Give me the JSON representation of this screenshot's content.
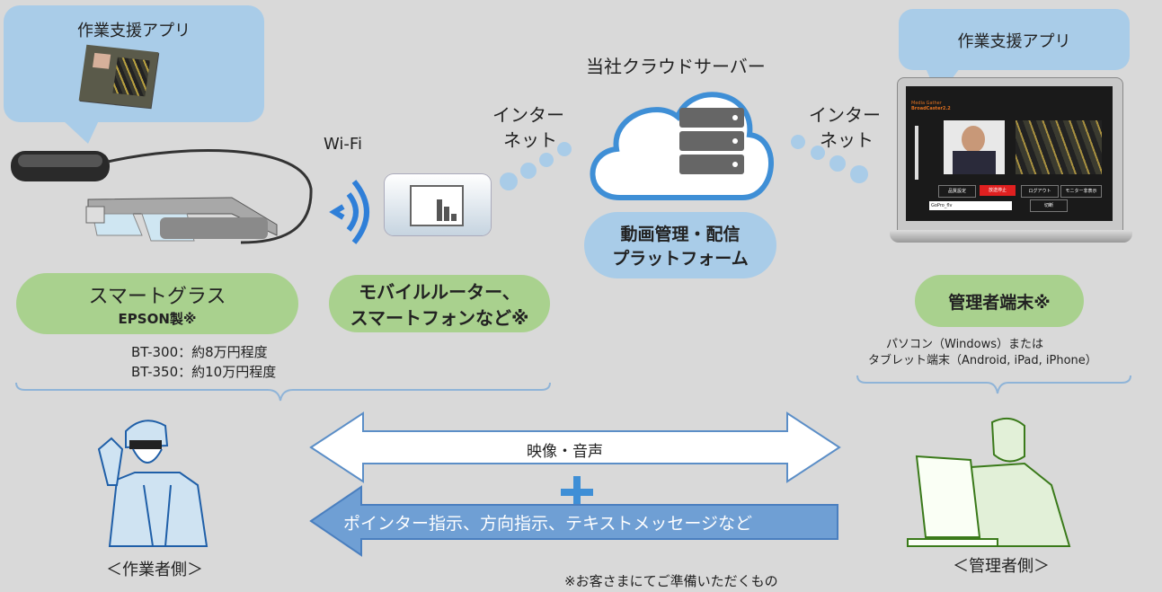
{
  "left_app": {
    "label": "作業支援アプリ"
  },
  "right_app": {
    "label": "作業支援アプリ"
  },
  "wifi": {
    "label": "Wi-Fi"
  },
  "internet_left": {
    "line1": "インター",
    "line2": "ネット"
  },
  "internet_right": {
    "line1": "インター",
    "line2": "ネット"
  },
  "cloud": {
    "label": "当社クラウドサーバー"
  },
  "platform": {
    "line1": "動画管理・配信",
    "line2": "プラットフォーム"
  },
  "smart_glass": {
    "title": "スマートグラス",
    "sub": "EPSON製※"
  },
  "router": {
    "line1": "モバイルルーター、",
    "line2": "スマートフォンなど※"
  },
  "admin_terminal": {
    "title": "管理者端末※"
  },
  "prices": {
    "line1": "BT-300：約8万円程度",
    "line2": "BT-350：約10万円程度"
  },
  "devices": {
    "line1": "パソコン（Windows）または",
    "line2": "タブレット端末（Android, iPad, iPhone）"
  },
  "video_audio": {
    "label": "映像・音声"
  },
  "instructions": {
    "label": "ポインター指示、方向指示、テキストメッセージなど"
  },
  "worker_side": {
    "label": "＜作業者側＞"
  },
  "admin_side": {
    "label": "＜管理者側＞"
  },
  "footnote": {
    "label": "※お客さまにてご準備いただくもの"
  },
  "laptop_screen": {
    "buttons": [
      "品質設定",
      "放送停止",
      "ログアウト",
      "モニター非表示",
      "切断"
    ],
    "select_value": "GoPro_flv",
    "brand_line1": "Media Gather",
    "brand_line2": "BroadCaster2.2"
  },
  "colors": {
    "green": "#a9d18e",
    "blue": "#a9cce8",
    "arrow_blue": "#6f9fd4",
    "plus": "#3f8fd6"
  }
}
